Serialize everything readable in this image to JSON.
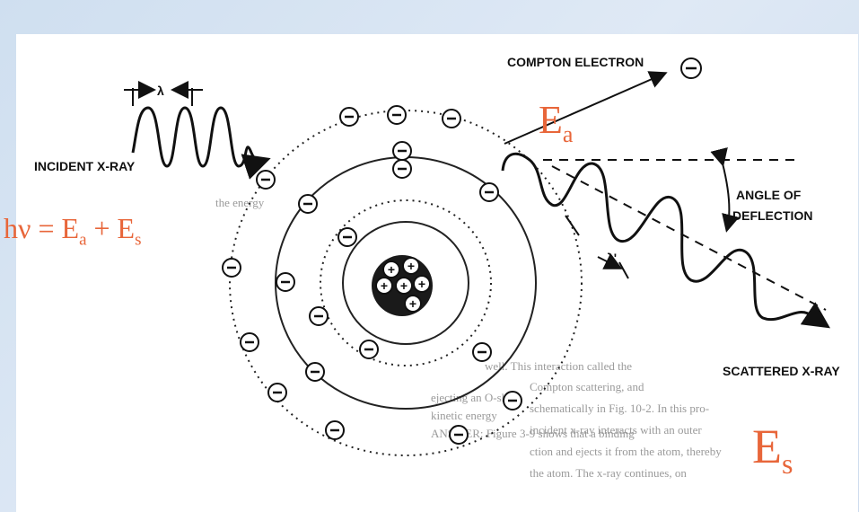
{
  "diagram": {
    "labels": {
      "lambda": "λ",
      "incident": "INCIDENT X-RAY",
      "compton": "COMPTON ELECTRON",
      "angle_line1": "ANGLE OF",
      "angle_line2": "DEFLECTION",
      "scattered": "SCATTERED X-RAY"
    },
    "colors": {
      "annotation": "#e8663a",
      "ink": "#111111",
      "background": "#dfe9f5"
    }
  },
  "annotations": {
    "ea_base": "E",
    "ea_sub": "a",
    "es_base": "E",
    "es_sub": "s",
    "equation": {
      "lhs": "hν",
      "eq": " = ",
      "e1": "E",
      "s1": "a",
      "plus": " + ",
      "e2": "E",
      "s2": "s"
    }
  },
  "background_text": [
    "Compton scattering, and",
    "schematically in Fig. 10-2. In this pro-",
    "incident x-ray interacts with an outer",
    "ction and ejects it from the atom, thereby",
    "the atom. The x-ray continues, on",
    "well. This interaction called the",
    "ANSWER: Figure 3-9 shows that a binding",
    "kinetic energy",
    "ejecting an O-sh",
    "the energy"
  ]
}
